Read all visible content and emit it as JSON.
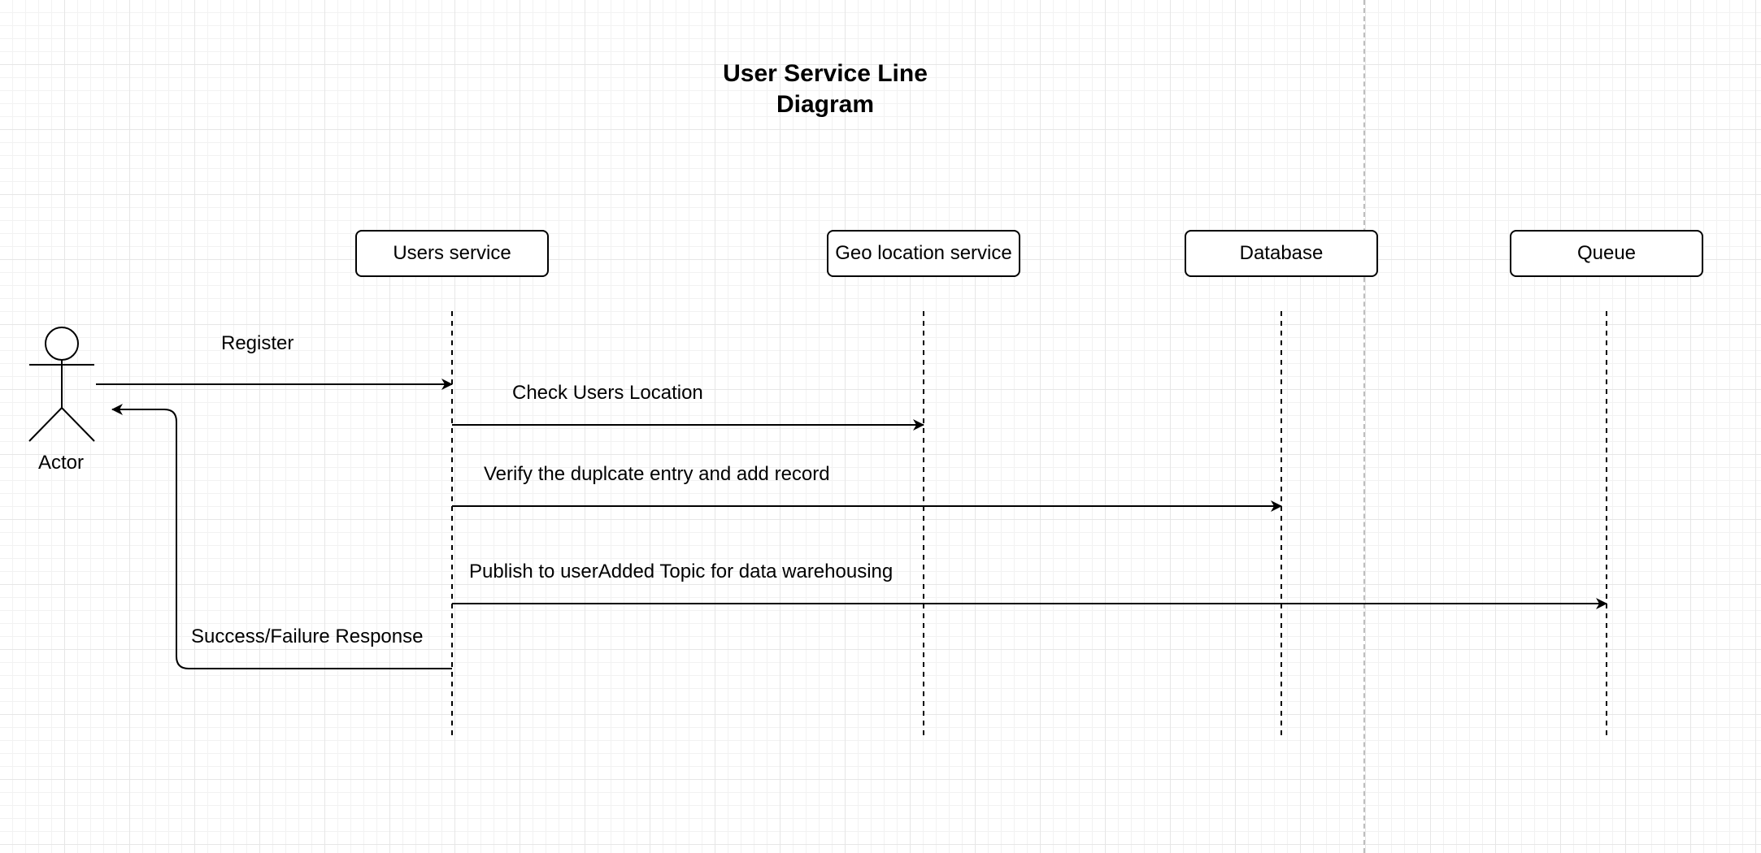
{
  "diagram": {
    "title_lines": [
      "User Service Line",
      "Diagram"
    ],
    "actor": {
      "label": "Actor"
    },
    "participants": [
      {
        "label": "Users service"
      },
      {
        "label": "Geo location service"
      },
      {
        "label": "Database"
      },
      {
        "label": "Queue"
      }
    ],
    "messages": [
      {
        "label": "Register"
      },
      {
        "label": "Check Users Location"
      },
      {
        "label": "Verify the duplcate entry and add record"
      },
      {
        "label": "Publish to userAdded Topic for data warehousing"
      },
      {
        "label": "Success/Failure Response"
      }
    ]
  }
}
